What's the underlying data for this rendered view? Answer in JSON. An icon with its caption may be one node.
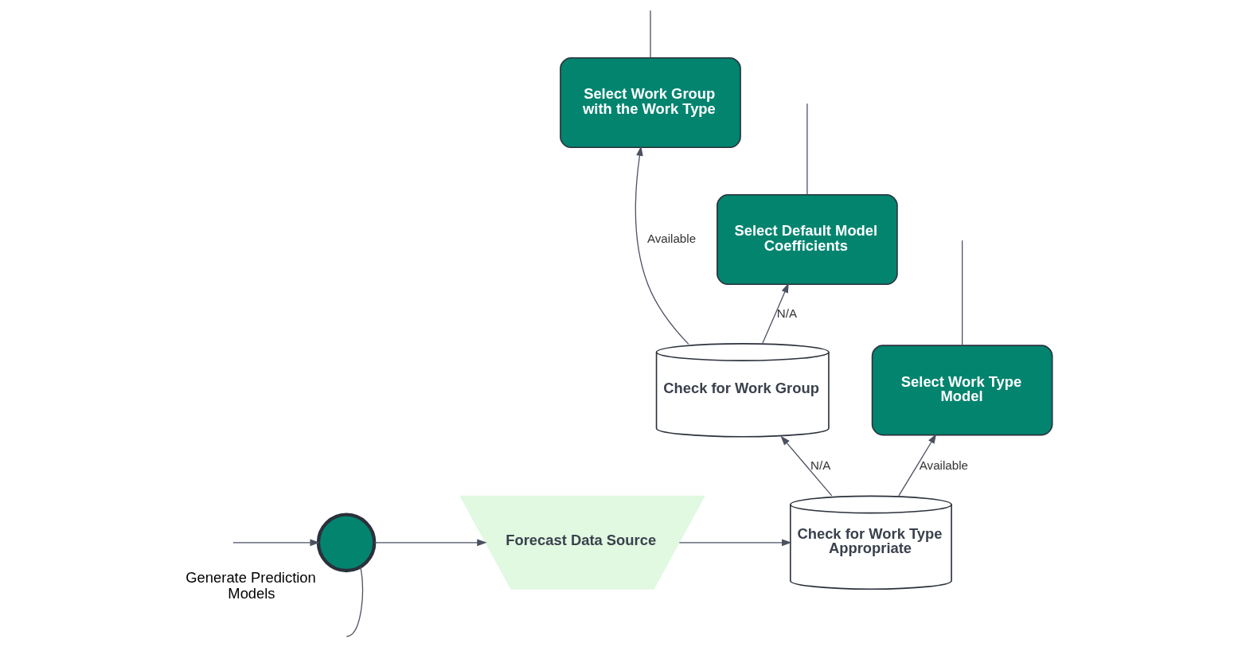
{
  "diagram": {
    "nodes": [
      {
        "text": [
          "Select Work Group with the Work Type"
        ]
      },
      {
        "text": [
          "Select Default Model Coefficients"
        ]
      },
      {
        "text": [
          "Check for Work Group"
        ]
      },
      {
        "text": [
          "Select Work Type Model"
        ]
      },
      {
        "text": [],
        "shape": "circle",
        "beside": [
          "Generate Prediction Models"
        ]
      },
      {
        "text": [
          "Forecast Data Source"
        ]
      },
      {
        "text": [
          "Check for Work Type Appropriate"
        ]
      }
    ],
    "edges": [
      {
        "from": 2,
        "to": 0,
        "label": "Available",
        "arrow": "to"
      },
      {
        "from": 2,
        "to": 1,
        "label": "N/A",
        "arrow": "to"
      },
      {
        "from": 6,
        "to": 2,
        "label": "N/A",
        "arrow": "to"
      },
      {
        "from": 6,
        "to": 3,
        "label": "Available",
        "arrow": "to"
      },
      {
        "from": null,
        "to": 4,
        "arrow": "to"
      },
      {
        "from": 4,
        "to": 5,
        "arrow": "to"
      },
      {
        "from": 5,
        "to": 6,
        "arrow": "to"
      },
      {
        "from": 4,
        "to": null,
        "arrow": "none"
      },
      {
        "from": 0,
        "to": null,
        "arrow": "none"
      },
      {
        "from": 1,
        "to": null,
        "arrow": "none"
      },
      {
        "from": 3,
        "to": null,
        "arrow": "none"
      }
    ]
  }
}
